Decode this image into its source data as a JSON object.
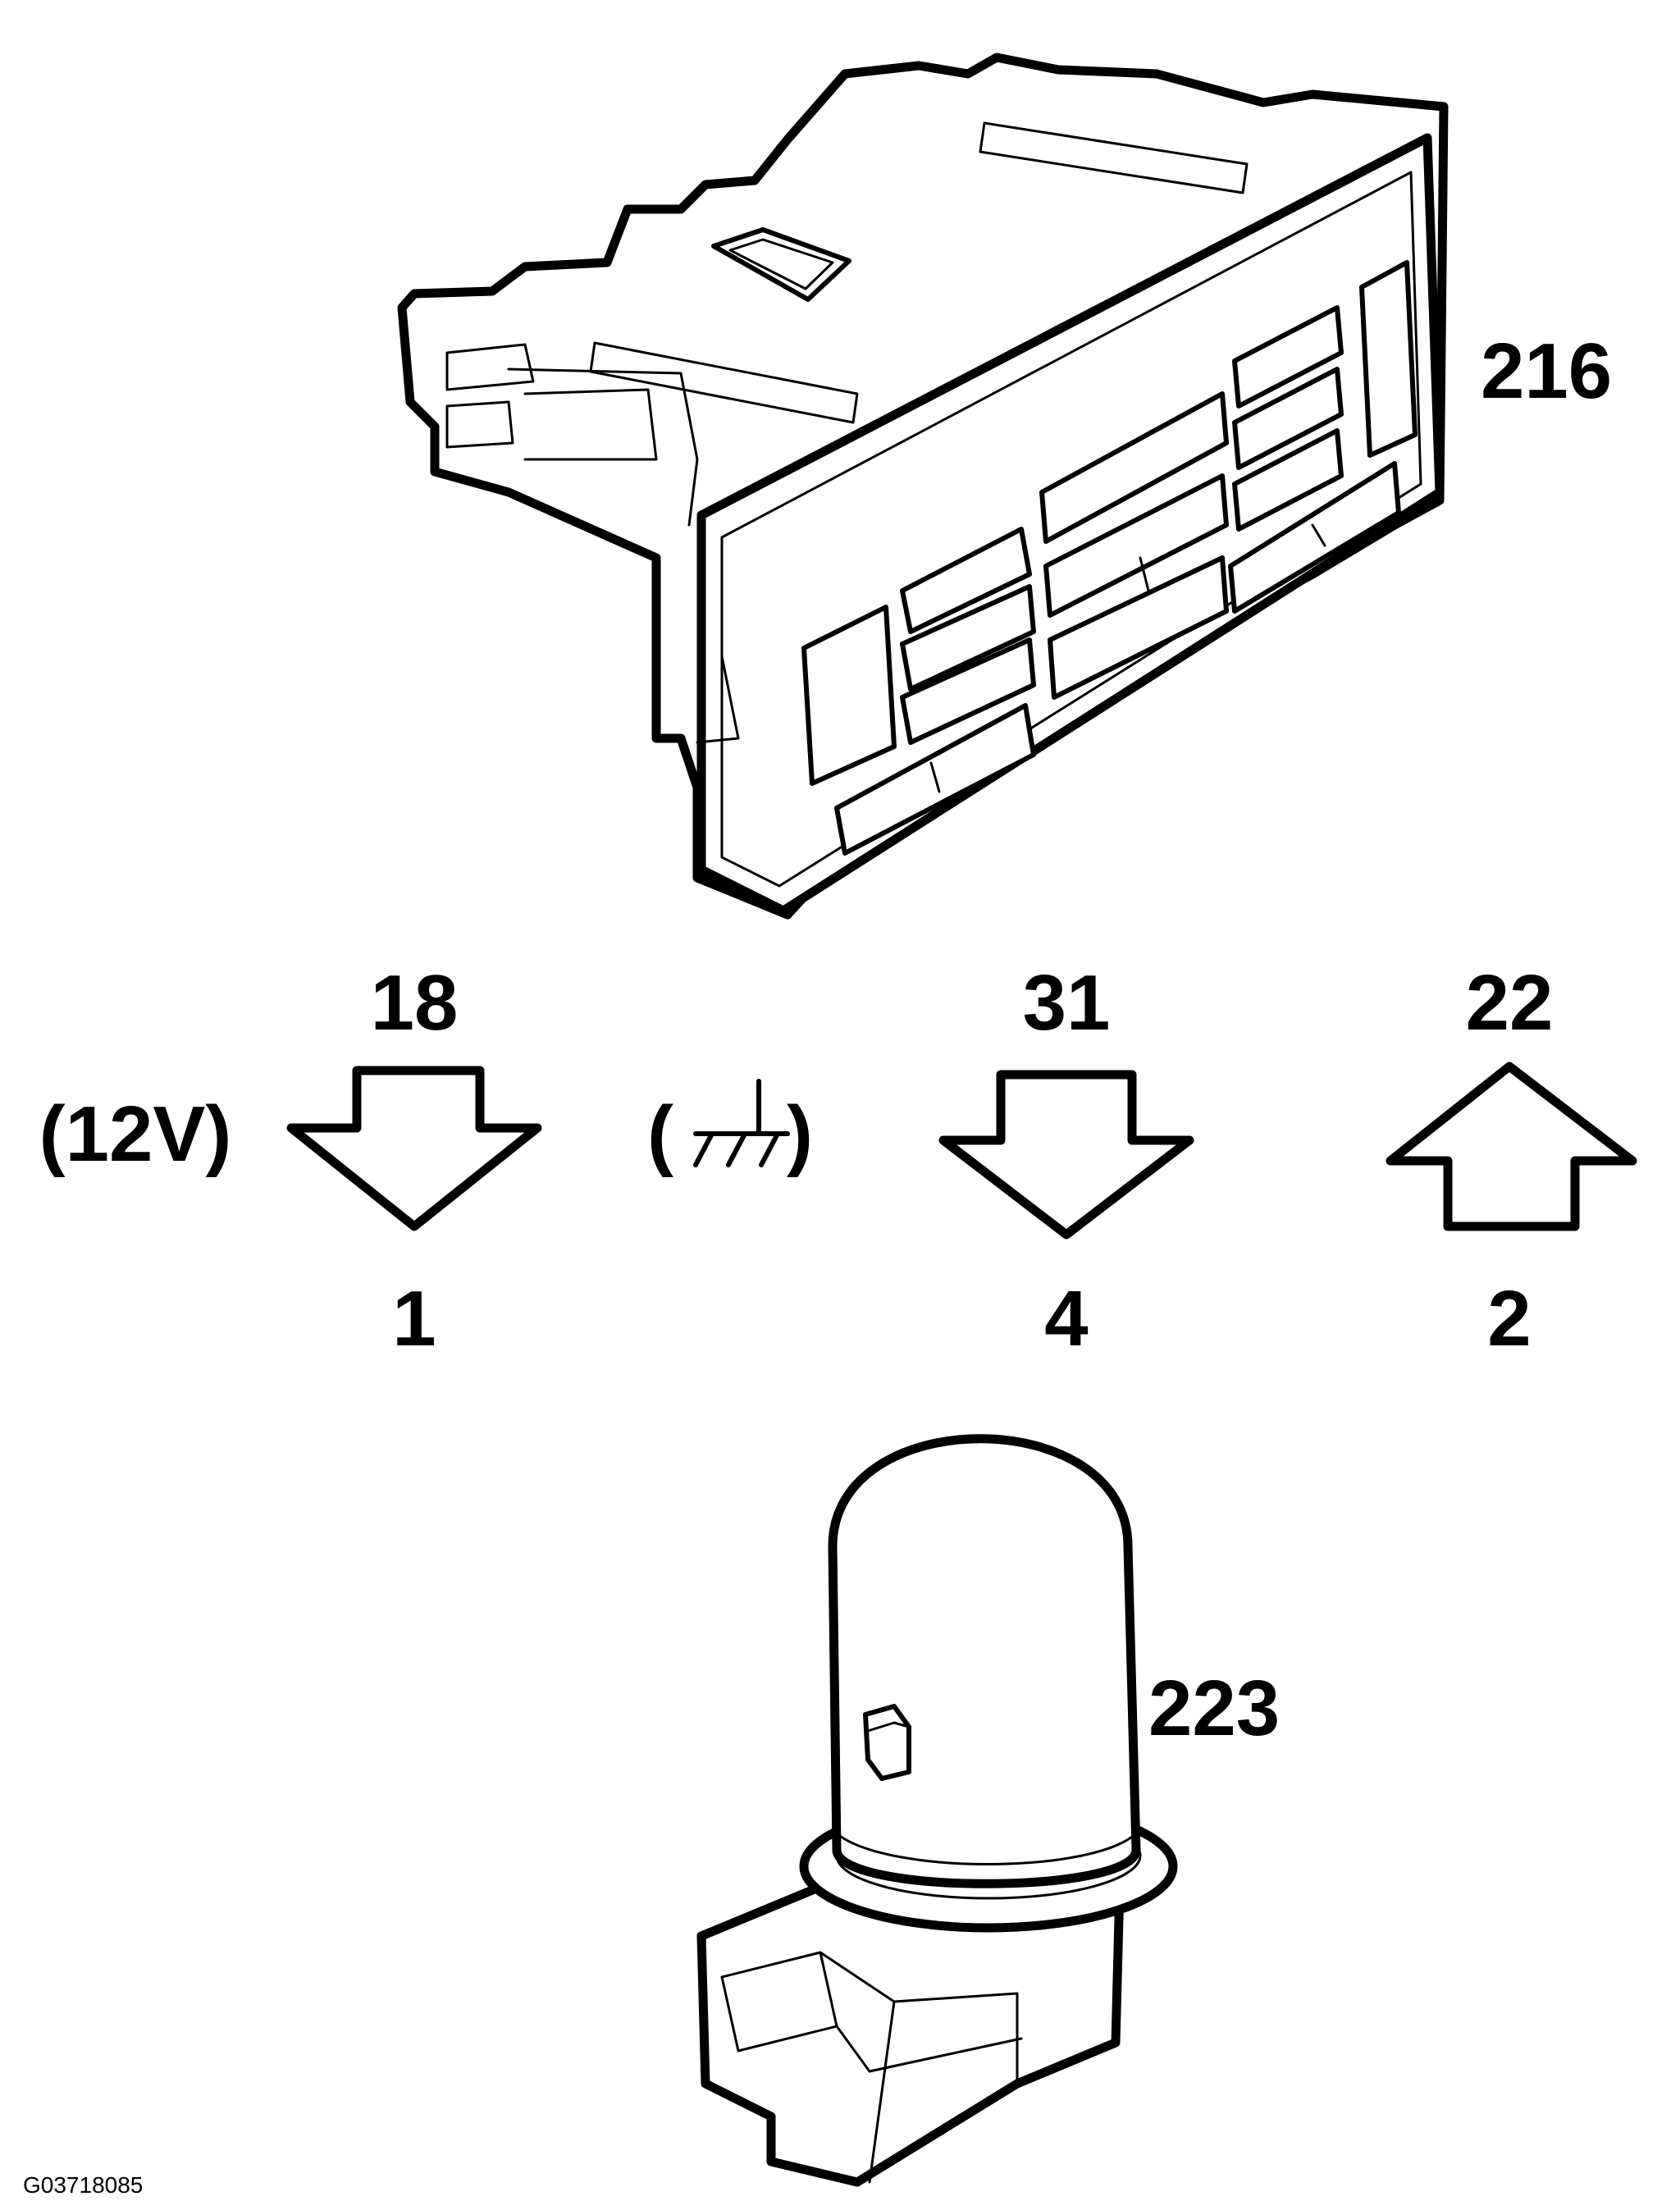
{
  "diagram": {
    "components": [
      {
        "id": "216",
        "label": "216",
        "kind": "control-module-icon"
      },
      {
        "id": "223",
        "label": "223",
        "kind": "bulb-icon"
      }
    ],
    "pins": [
      {
        "wire": "18",
        "pin": "1",
        "note": "(12V)",
        "direction": "down"
      },
      {
        "wire": "31",
        "pin": "4",
        "direction": "down"
      },
      {
        "wire": "22",
        "pin": "2",
        "direction": "up"
      }
    ],
    "ground_symbol": {
      "open": "(",
      "close": ")"
    },
    "figure_code": "G03718085"
  }
}
